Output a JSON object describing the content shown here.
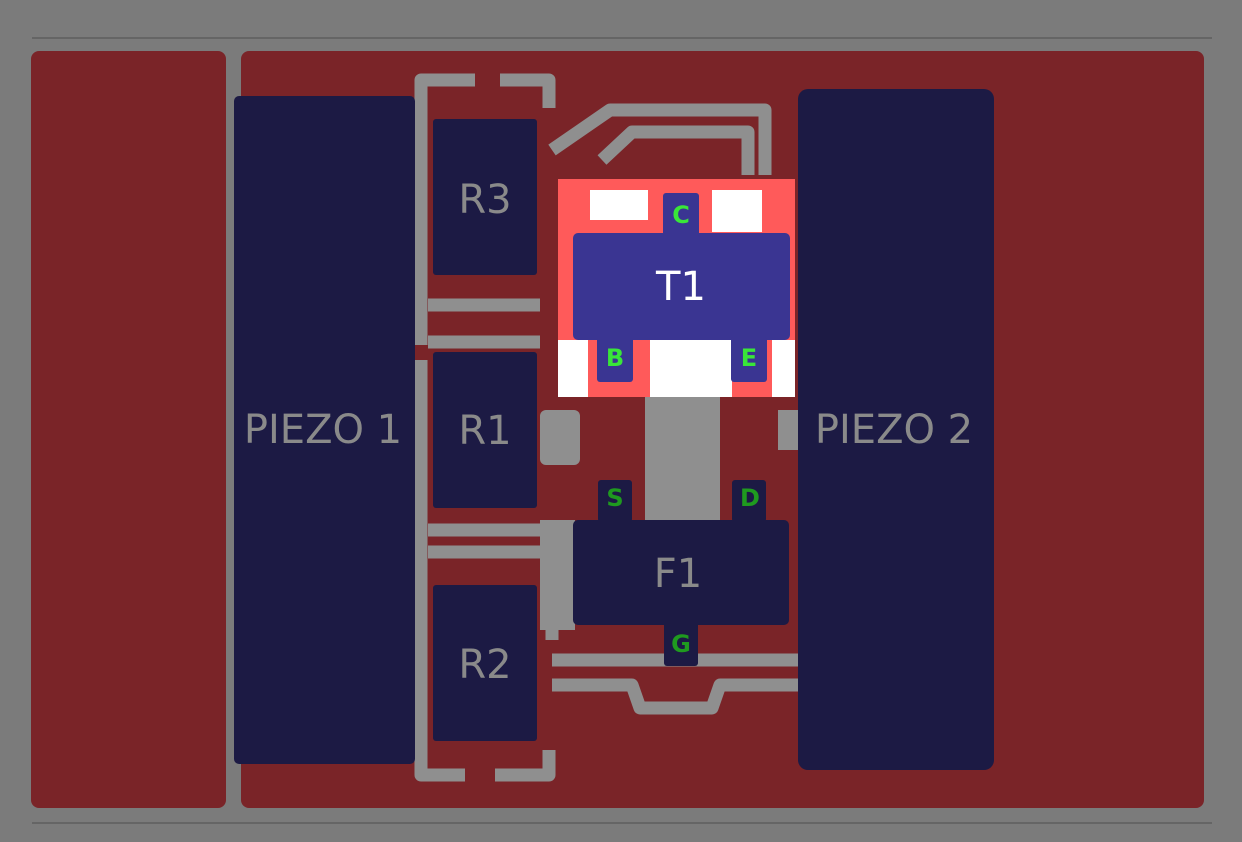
{
  "components": {
    "piezo1": "PIEZO 1",
    "piezo2": "PIEZO 2",
    "r1": "R1",
    "r2": "R2",
    "r3": "R3",
    "t1": "T1",
    "f1": "F1"
  },
  "pins": {
    "t1": {
      "c": "C",
      "b": "B",
      "e": "E"
    },
    "f1": {
      "s": "S",
      "d": "D",
      "g": "G"
    }
  },
  "colors": {
    "background": "#7b7b7b",
    "copper": "#7a2428",
    "copper_highlight": "#ff5a5a",
    "pad": "#1c1a44",
    "pad_highlight": "#3a3592",
    "trace": "#8f8f8f",
    "pin_label": "#39e639",
    "pin_label_dim": "#1f9a1f"
  }
}
